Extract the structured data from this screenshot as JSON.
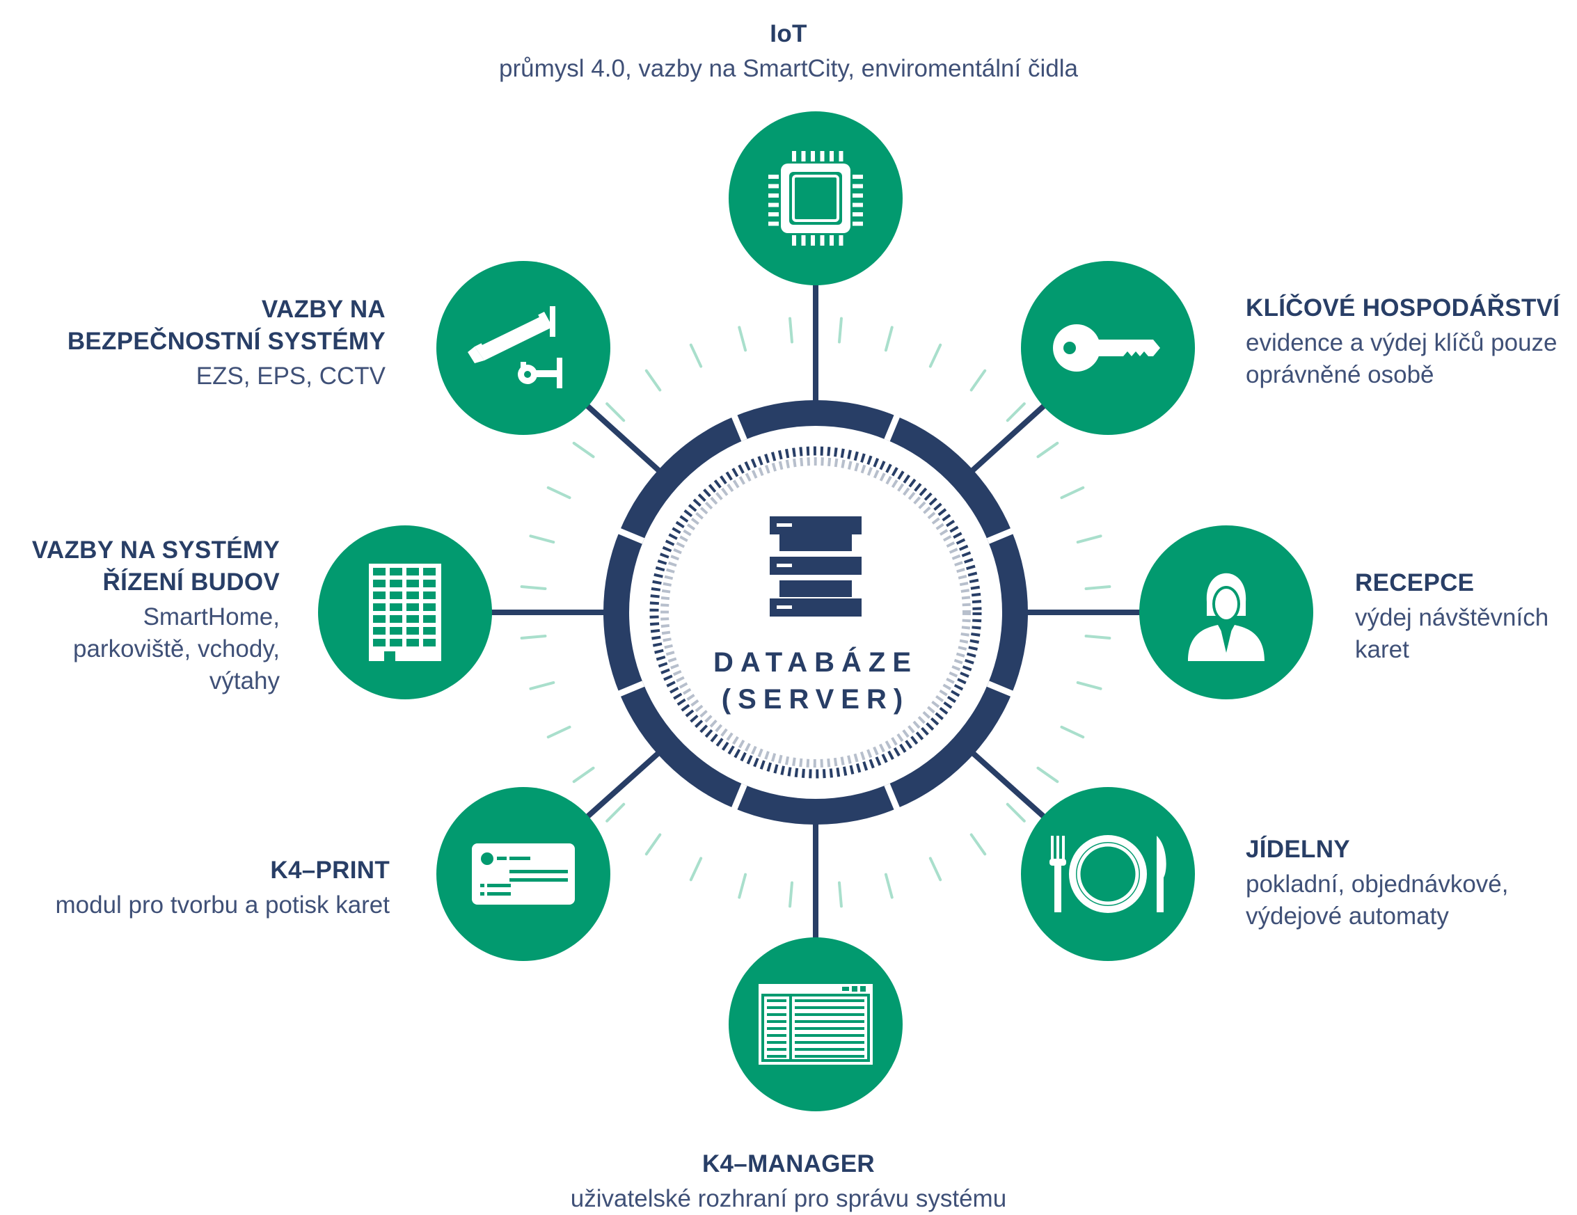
{
  "colors": {
    "navy": "#283e66",
    "green": "#029a6f",
    "mint": "#a9dfcc",
    "stripe_gray": "#b7bfcc",
    "white": "#ffffff"
  },
  "center": {
    "title": "DATABÁZE",
    "subtitle": "(SERVER)",
    "icon": "server-stack-icon"
  },
  "nodes": [
    {
      "id": "iot",
      "icon": "chip-icon",
      "title": "IoT",
      "desc": [
        "průmysl 4.0, vazby na SmartCity, enviromentální čidla"
      ]
    },
    {
      "id": "key",
      "icon": "key-icon",
      "title": "KLÍČOVÉ HOSPODÁŘSTVÍ",
      "desc": [
        "evidence a výdej klíčů pouze",
        "oprávněné osobě"
      ]
    },
    {
      "id": "reception",
      "icon": "receptionist-icon",
      "title": "RECEPCE",
      "desc": [
        "výdej návštěvních",
        "karet"
      ]
    },
    {
      "id": "canteen",
      "icon": "plate-cutlery-icon",
      "title": "JÍDELNY",
      "desc": [
        "pokladní, objednávkové,",
        "výdejové automaty"
      ]
    },
    {
      "id": "manager",
      "icon": "app-window-icon",
      "title": "K4–MANAGER",
      "desc": [
        "uživatelské rozhraní pro správu systému"
      ]
    },
    {
      "id": "print",
      "icon": "id-card-icon",
      "title": "K4–PRINT",
      "desc": [
        "modul pro tvorbu a potisk karet"
      ]
    },
    {
      "id": "buildings",
      "icon": "building-icon",
      "title": [
        "VAZBY NA SYSTÉMY",
        "ŘÍZENÍ BUDOV"
      ],
      "desc": [
        "SmartHome,",
        "parkoviště, vchody,",
        "výtahy"
      ]
    },
    {
      "id": "security",
      "icon": "cctv-camera-icon",
      "title": [
        "VAZBY NA",
        "BEZPEČNOSTNÍ SYSTÉMY"
      ],
      "desc": [
        "EZS, EPS, CCTV"
      ]
    }
  ]
}
